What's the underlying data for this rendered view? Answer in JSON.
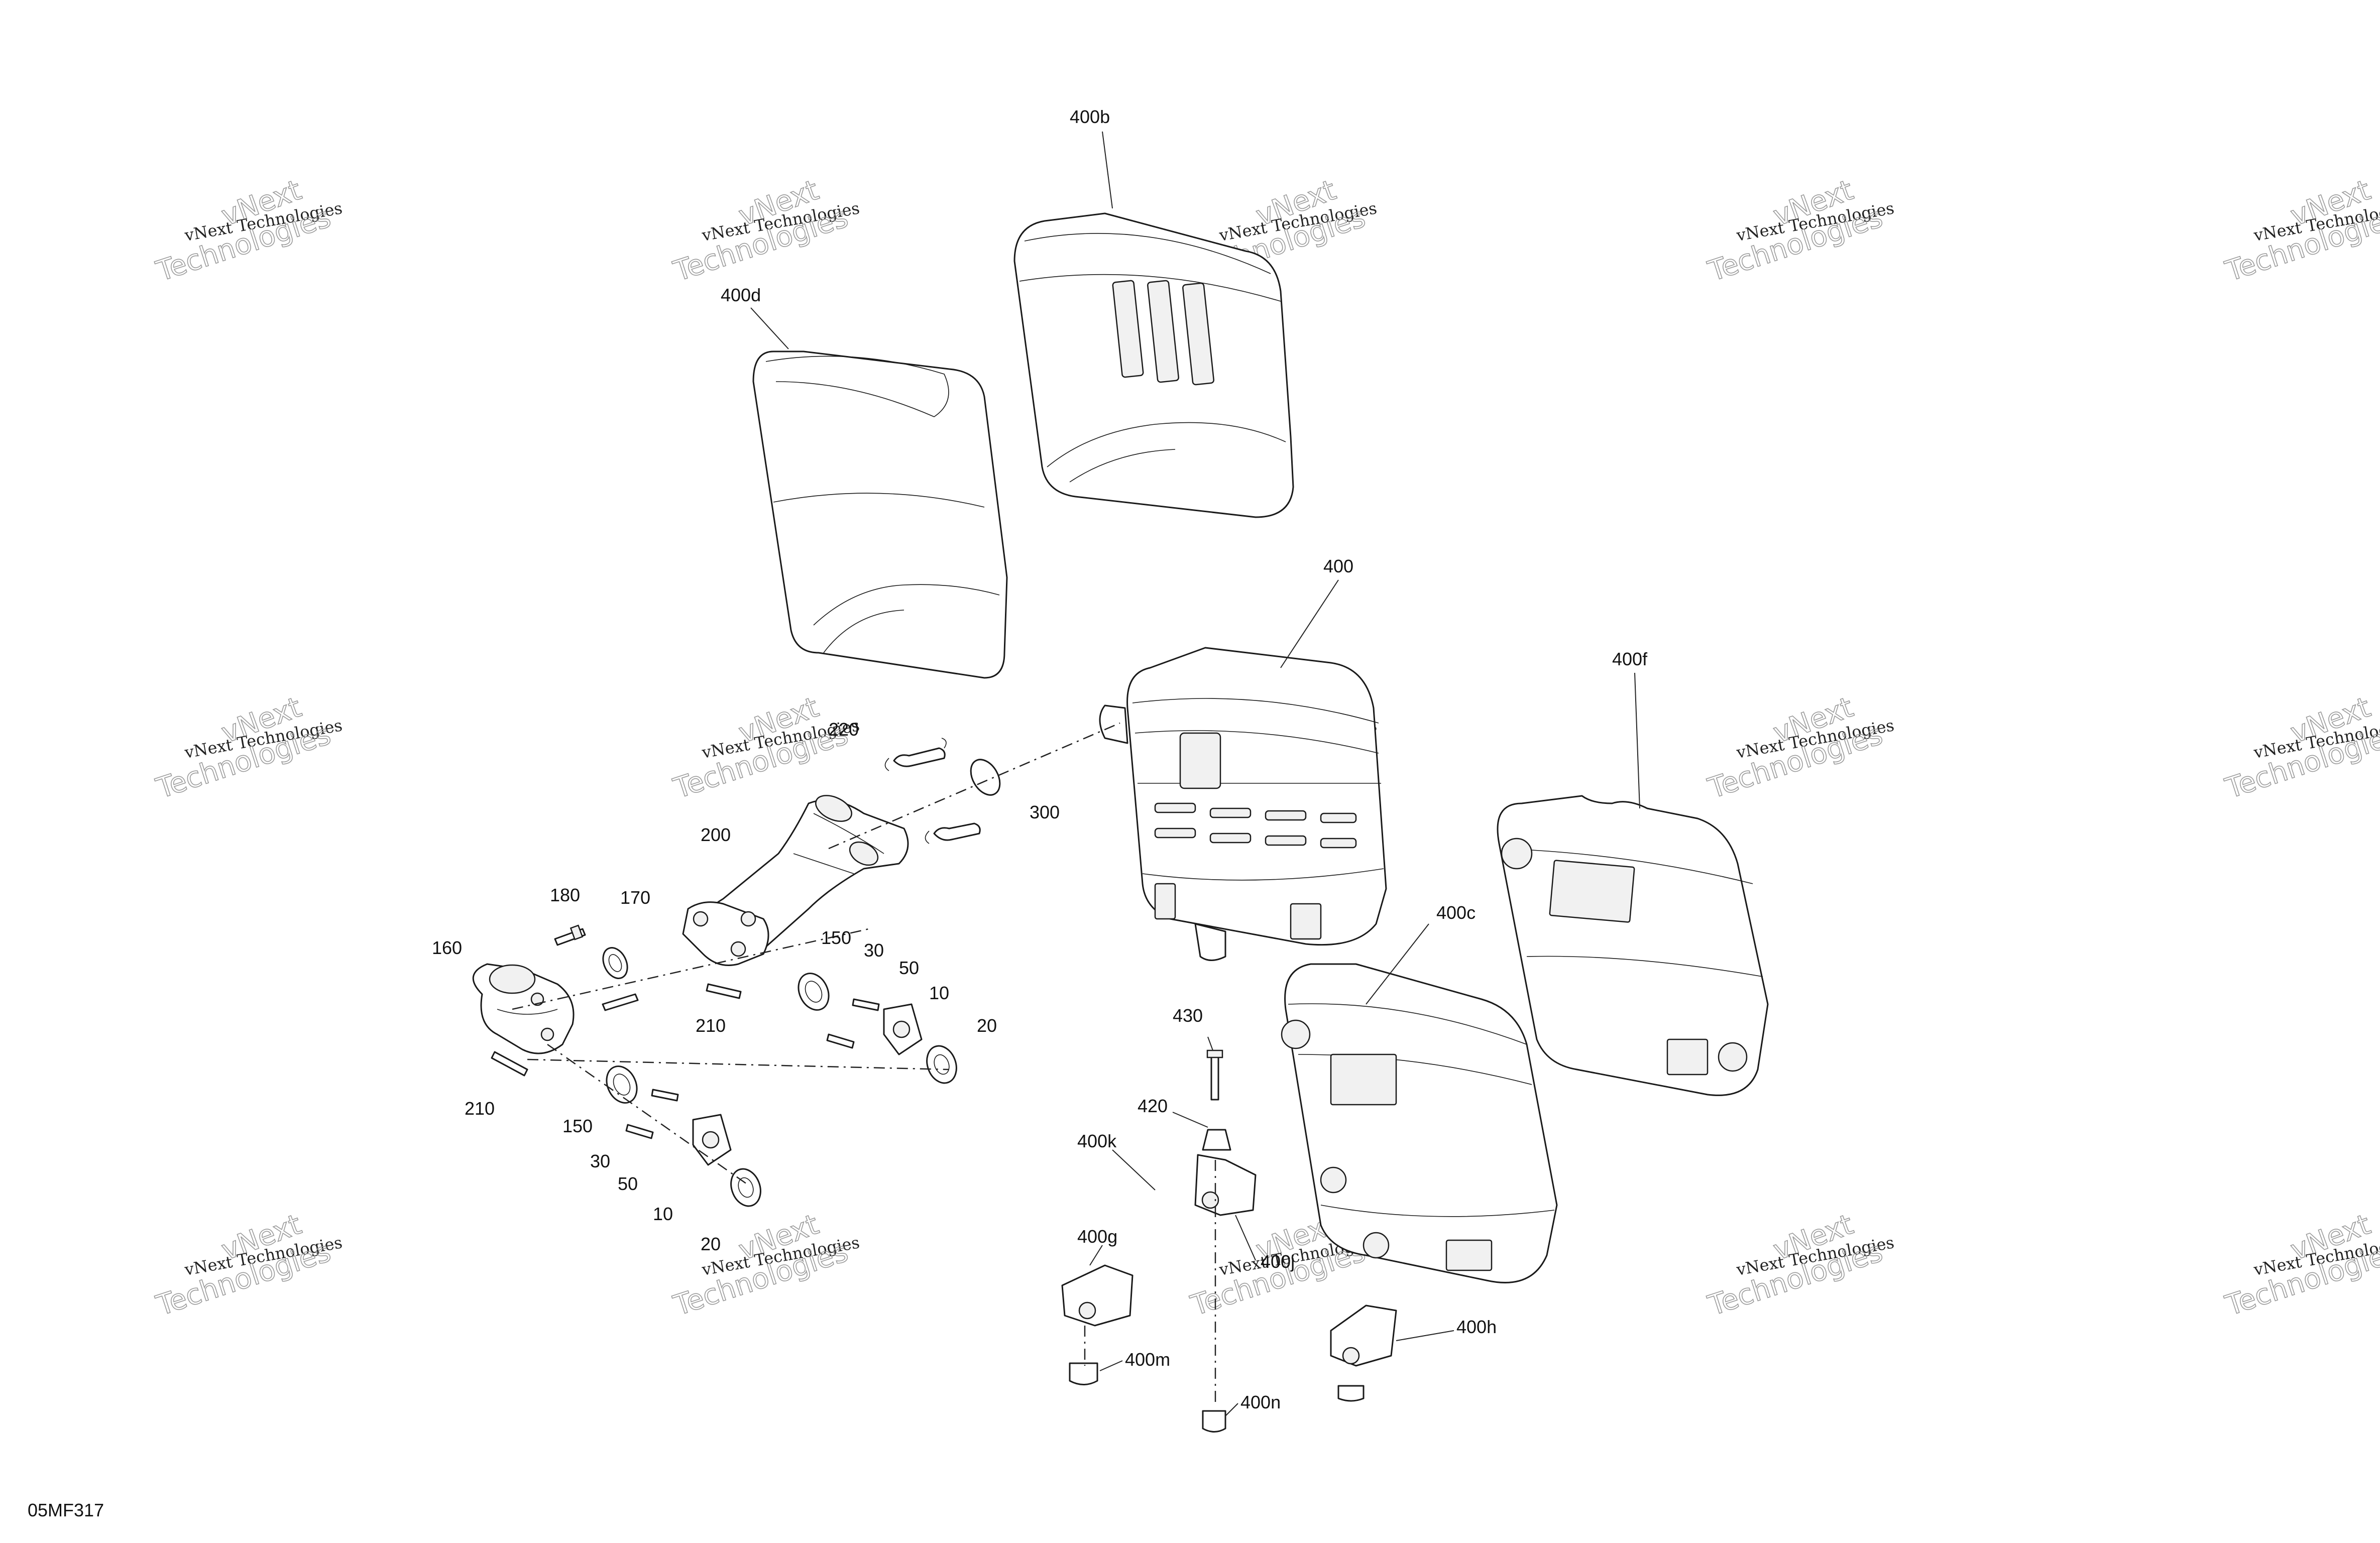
{
  "diagram_code": "05MF317",
  "watermark": {
    "line1": "vNext Technologies",
    "line2": "vNext",
    "line3": "Technologies"
  },
  "callouts": {
    "c400b": "400b",
    "c400d": "400d",
    "c400": "400",
    "c400f": "400f",
    "c400c": "400c",
    "c220": "220",
    "c300": "300",
    "c200": "200",
    "c180": "180",
    "c170": "170",
    "c160": "160",
    "c150a": "150",
    "c30a": "30",
    "c50a": "50",
    "c10a": "10",
    "c20a": "20",
    "c210a": "210",
    "c210b": "210",
    "c150b": "150",
    "c30b": "30",
    "c50b": "50",
    "c10b": "10",
    "c20b": "20",
    "c430": "430",
    "c420": "420",
    "c400k": "400k",
    "c400g": "400g",
    "c400j": "400j",
    "c400m": "400m",
    "c400n": "400n",
    "c400h": "400h"
  }
}
